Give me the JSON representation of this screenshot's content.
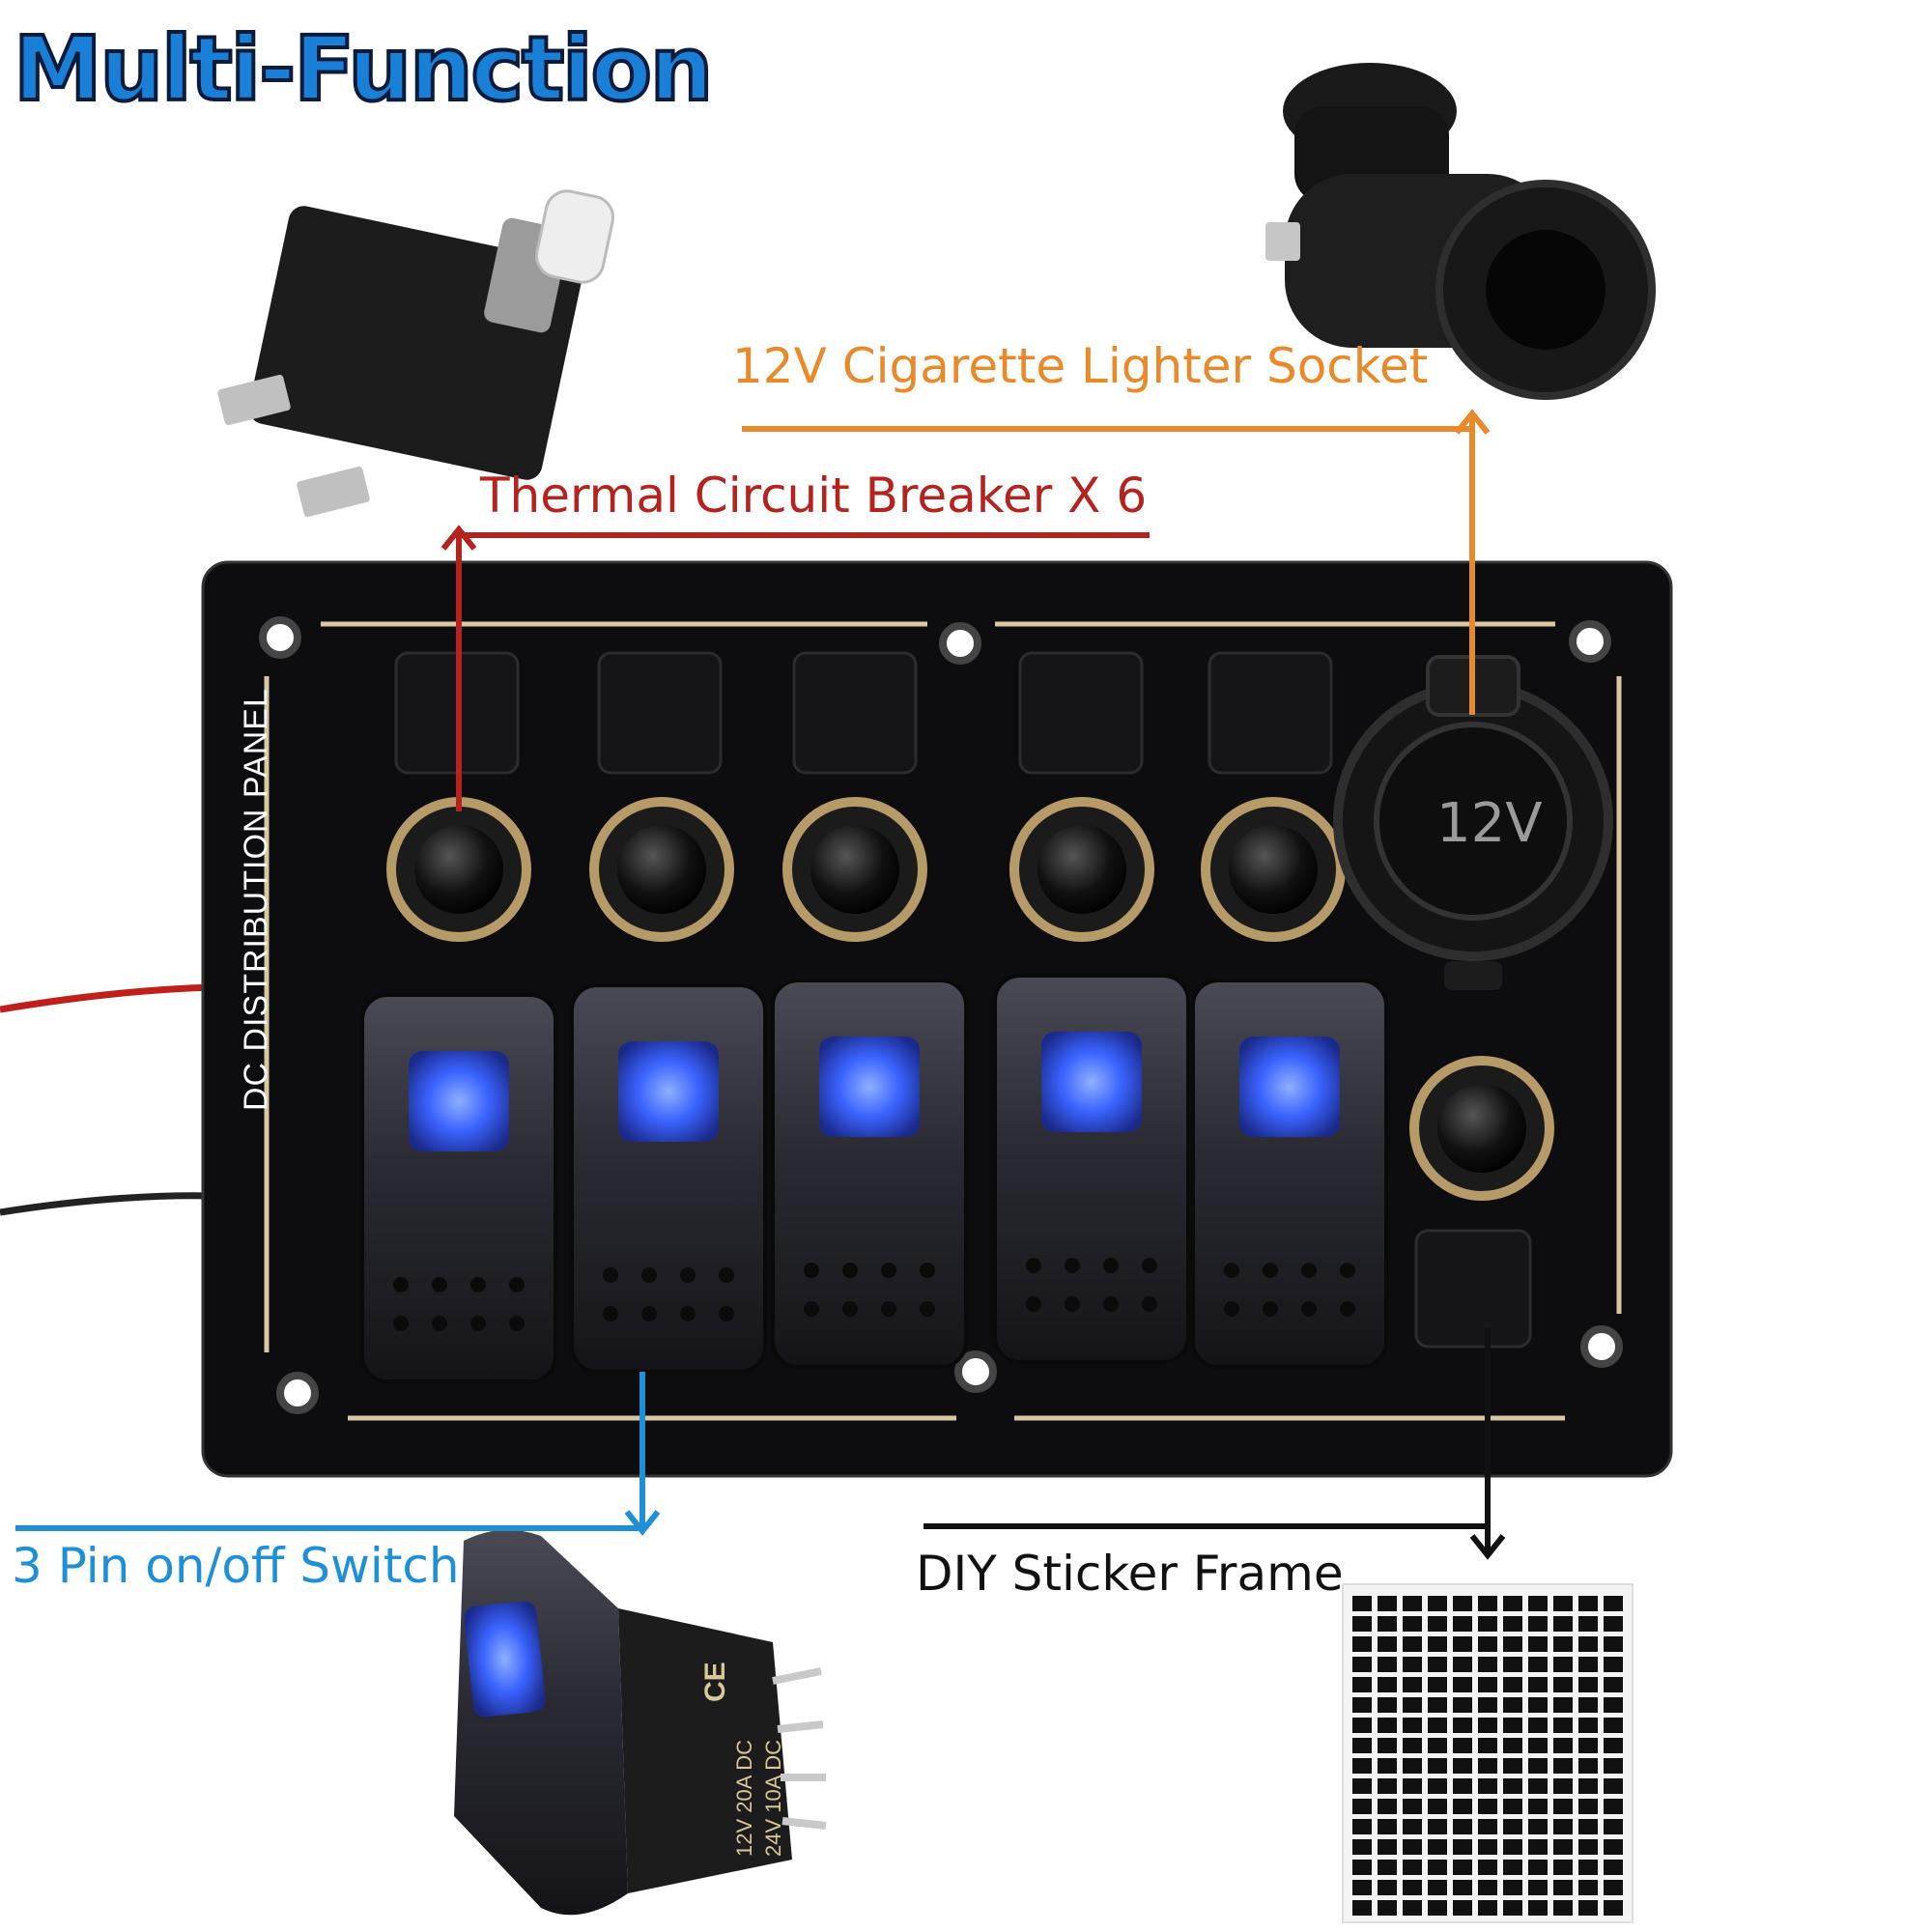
{
  "headline": "Multi-Function",
  "callouts": {
    "lighter_socket": "12V Cigarette Lighter Socket",
    "circuit_breaker": "Thermal Circuit Breaker X 6",
    "switch": "3 Pin on/off Switch",
    "sticker": "DIY Sticker Frame"
  },
  "panel": {
    "side_label": "DC DISTRIBUTION PANEL",
    "socket_label": "12V"
  },
  "switch_marking": {
    "ce": "CE",
    "line1": "12V 20A DC",
    "line2": "24V 10A DC"
  },
  "colors": {
    "headline": "#1a7fd6",
    "lighter_arrow": "#e8892a",
    "breaker_arrow": "#b4231e",
    "switch_arrow": "#1f8fd6",
    "sticker_arrow": "#111111",
    "switch_led": "#3a63ff"
  }
}
